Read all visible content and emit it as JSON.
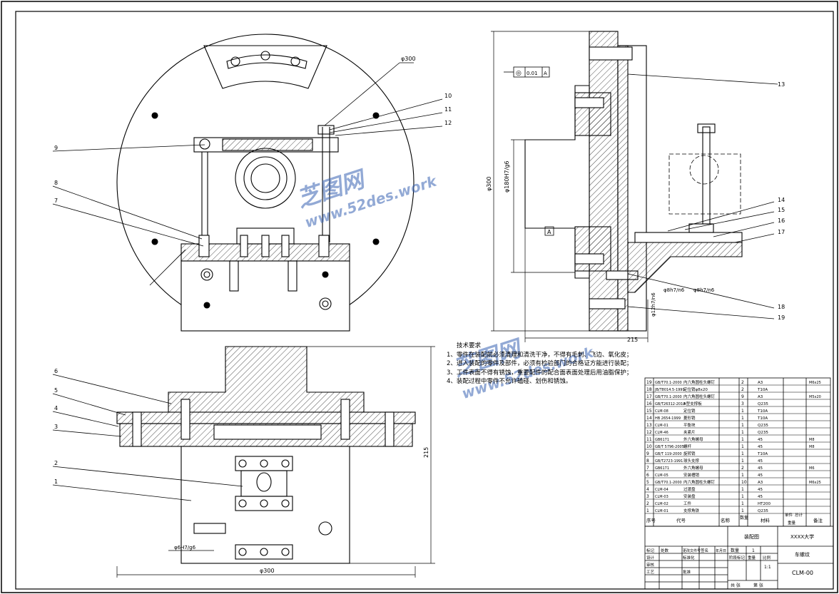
{
  "watermark": {
    "brand": "芝图网",
    "url": "www.52des.work",
    "color": "#3a64b4"
  },
  "top_view": {
    "diameter_label": "φ300",
    "balloons": [
      "7",
      "8",
      "9",
      "10",
      "11",
      "12"
    ]
  },
  "side_view": {
    "dims": {
      "diameter": "φ300",
      "bore": "φ180H7/g6",
      "width": "215",
      "pin1": "φ8h7/n6",
      "pin2": "φ8h7/n6",
      "pin3": "φ12h7/n6"
    },
    "tolerance": {
      "symbol": "◎",
      "value": "0.01",
      "datum": "A"
    },
    "datum_label": "A",
    "balloons": [
      "13",
      "14",
      "15",
      "16",
      "17",
      "18",
      "19"
    ]
  },
  "front_view": {
    "dims": {
      "width": "φ300",
      "height": "215",
      "fit": "φ6H7/g6"
    },
    "balloons": [
      "1",
      "2",
      "3",
      "4",
      "5",
      "6"
    ]
  },
  "notes": {
    "title": "技术要求",
    "lines": [
      "1、零件在装配前必须清理和清洗干净，不得有毛刺、飞边、氧化皮；",
      "2、进入装配的零件及部件，必须有检验部门的合格证方能进行装配；",
      "3、工件表面不得有锈蚀，重要配件的配合面表面处理后用油脂保护；",
      "4、装配过程中零件不允许磕碰、划伤和锈蚀。"
    ]
  },
  "bom": {
    "rows": [
      {
        "no": "19",
        "code": "GB/T70.1-2000",
        "name": "内六角圆柱头螺钉",
        "qty": "2",
        "mat": "A3",
        "note": "M6x25"
      },
      {
        "no": "18",
        "code": "JB/T8014.5-1999",
        "name": "定位销φ8x20",
        "qty": "2",
        "mat": "T10A",
        "note": ""
      },
      {
        "no": "17",
        "code": "GB/T70.1-2000",
        "name": "内六角圆柱头螺钉",
        "qty": "9",
        "mat": "A3",
        "note": "M5x20"
      },
      {
        "no": "16",
        "code": "GB/T26312-2010",
        "name": "A型支撑板",
        "qty": "3",
        "mat": "Q235",
        "note": ""
      },
      {
        "no": "15",
        "code": "CLM-08",
        "name": "定位销",
        "qty": "1",
        "mat": "T10A",
        "note": ""
      },
      {
        "no": "14",
        "code": "HB 2654-1999",
        "name": "菱形销",
        "qty": "1",
        "mat": "T10A",
        "note": ""
      },
      {
        "no": "13",
        "code": "CLM-01",
        "name": "平衡块",
        "qty": "1",
        "mat": "Q235",
        "note": ""
      },
      {
        "no": "12",
        "code": "CLM-46",
        "name": "夹紧片",
        "qty": "1",
        "mat": "Q235",
        "note": ""
      },
      {
        "no": "11",
        "code": "GB6171",
        "name": "外六角螺母",
        "qty": "1",
        "mat": "45",
        "note": "M8"
      },
      {
        "no": "10",
        "code": "GB/T 5796-2005",
        "name": "螺杆",
        "qty": "1",
        "mat": "45",
        "note": "M8"
      },
      {
        "no": "9",
        "code": "GB/T 119-2000",
        "name": "旋转销",
        "qty": "1",
        "mat": "T10A",
        "note": ""
      },
      {
        "no": "8",
        "code": "GB/T2723-1991",
        "name": "球头支撑",
        "qty": "1",
        "mat": "45",
        "note": ""
      },
      {
        "no": "7",
        "code": "GB6171",
        "name": "外六角螺母",
        "qty": "2",
        "mat": "45",
        "note": "M6"
      },
      {
        "no": "6",
        "code": "CLM-05",
        "name": "安装槽销",
        "qty": "1",
        "mat": "45",
        "note": ""
      },
      {
        "no": "5",
        "code": "GB/T70.1-2000",
        "name": "内六角圆柱头螺钉",
        "qty": "10",
        "mat": "A3",
        "note": "M6x25"
      },
      {
        "no": "4",
        "code": "CLM-04",
        "name": "过渡盘",
        "qty": "1",
        "mat": "45",
        "note": ""
      },
      {
        "no": "3",
        "code": "CLM-03",
        "name": "安装盘",
        "qty": "1",
        "mat": "45",
        "note": ""
      },
      {
        "no": "2",
        "code": "CLM-02",
        "name": "工件",
        "qty": "1",
        "mat": "HT200",
        "note": ""
      },
      {
        "no": "1",
        "code": "CLM-01",
        "name": "支撑角铁",
        "qty": "1",
        "mat": "Q235",
        "note": ""
      }
    ],
    "header": {
      "no": "序号",
      "code": "代号",
      "name": "名称",
      "qty": "数量",
      "mat": "材料",
      "single": "单件",
      "total": "总计",
      "weight": "重量",
      "note": "备注"
    }
  },
  "title_block": {
    "drawing_type": "装配图",
    "school": "XXXX大学",
    "qty_label": "数量",
    "qty": "1",
    "part_name": "车螺纹",
    "stage_label": "阶段标记",
    "weight_label": "重量",
    "scale_label": "比例",
    "scale": "1:1",
    "drawing_no": "CLM-00",
    "designer_label": "设计",
    "checker_label": "审核",
    "process_label": "工艺",
    "std_label": "标准化",
    "approve_label": "批准",
    "mark_label": "标记",
    "count_label": "处数",
    "doc_label": "更改文件号",
    "sign_label": "签名",
    "date_label": "年月日",
    "sheet_total": "共 张",
    "sheet_no": "第 张"
  }
}
